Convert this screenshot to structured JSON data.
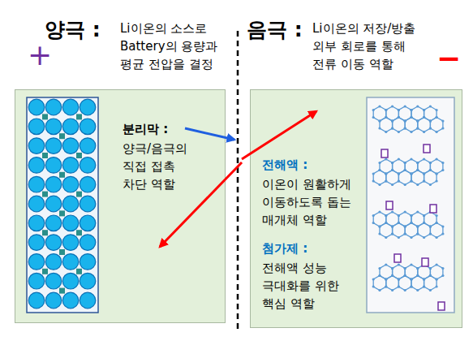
{
  "diagram": {
    "nodes": [
      {
        "text": [
          "분리막 :",
          "양극/음극의 직접 접촉 차단 역할"
        ]
      },
      {
        "text": [
          "전해액 :",
          "이온이 원활하게 이동하도록 돕는 매개체 역할",
          "첨가제 :",
          "전해액 성능 극대화를 위한 핵심 역할"
        ]
      }
    ],
    "labels": [
      "양극 :",
      "+",
      "Li이온의 소스로 Battery의 용량과 평균 전압을 결정",
      "음극 :",
      "Li이온의 저장/방출 외부 회로를 통해 전류 이동 역할",
      "−"
    ]
  }
}
